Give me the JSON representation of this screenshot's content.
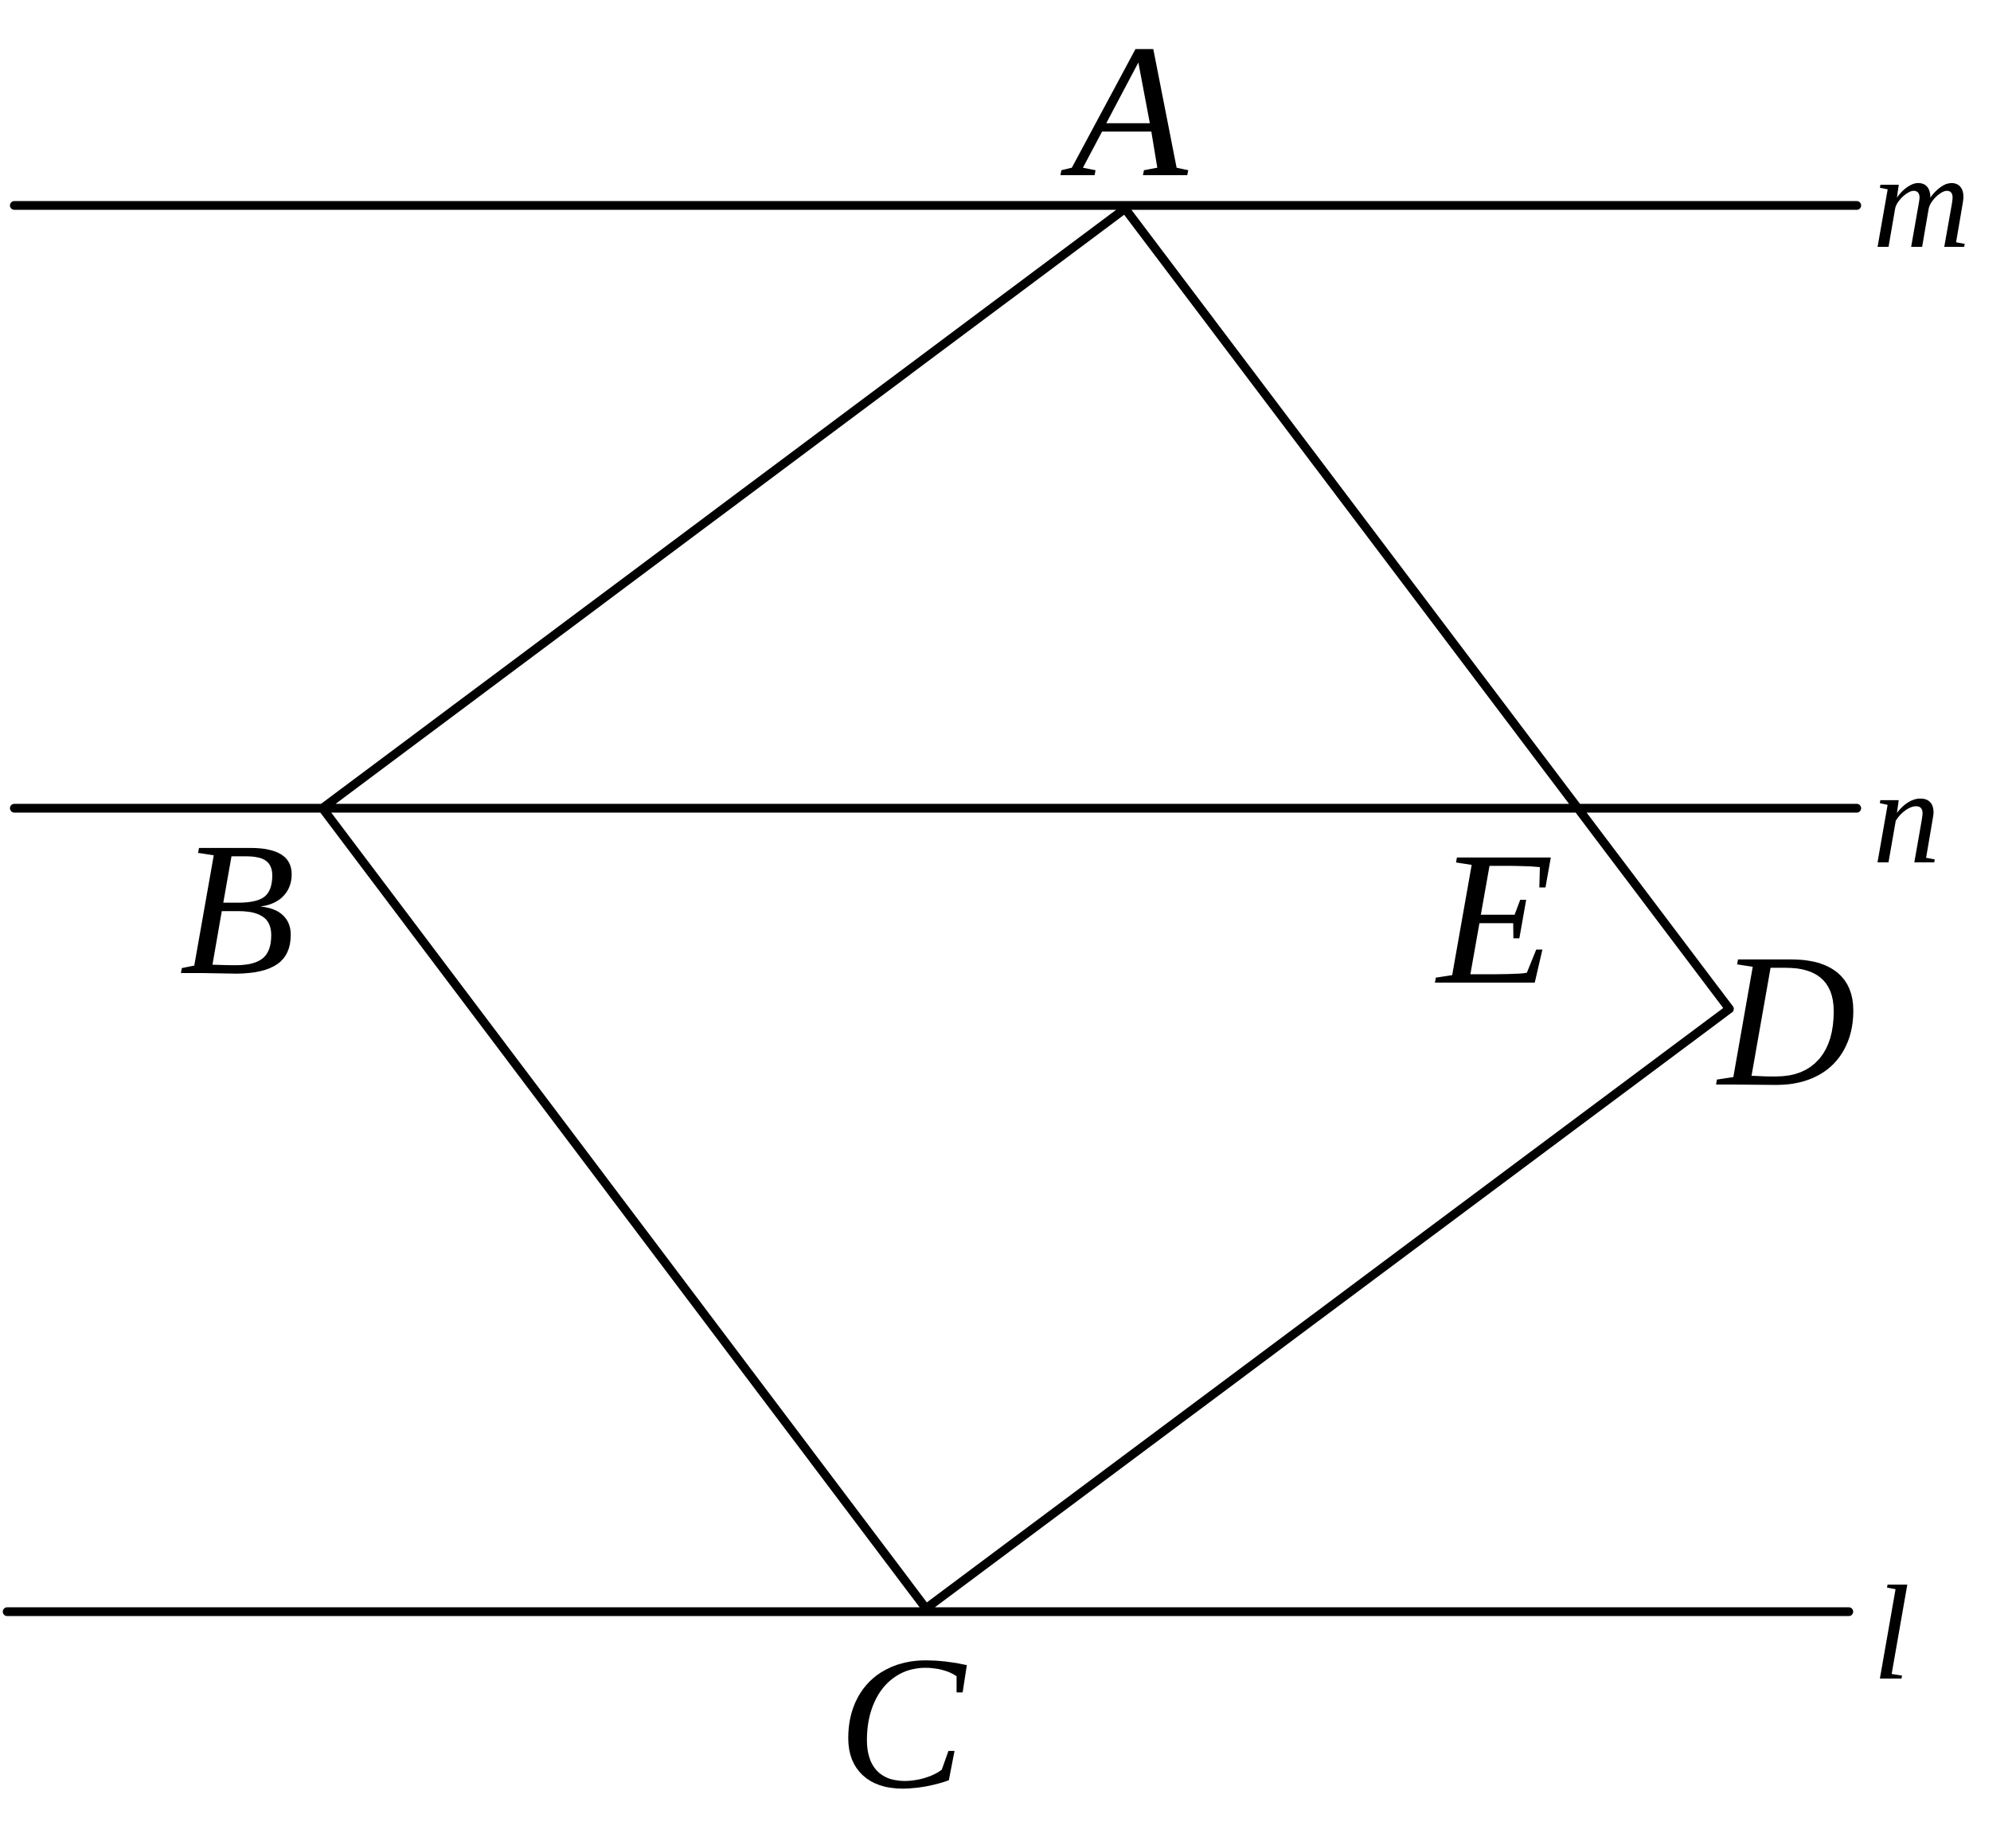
{
  "lines": {
    "m": "m",
    "n": "n",
    "l": "l"
  },
  "points": {
    "A": "A",
    "B": "B",
    "C": "C",
    "D": "D",
    "E": "E"
  },
  "colors": {
    "stroke": "#000000",
    "background": "#ffffff"
  }
}
